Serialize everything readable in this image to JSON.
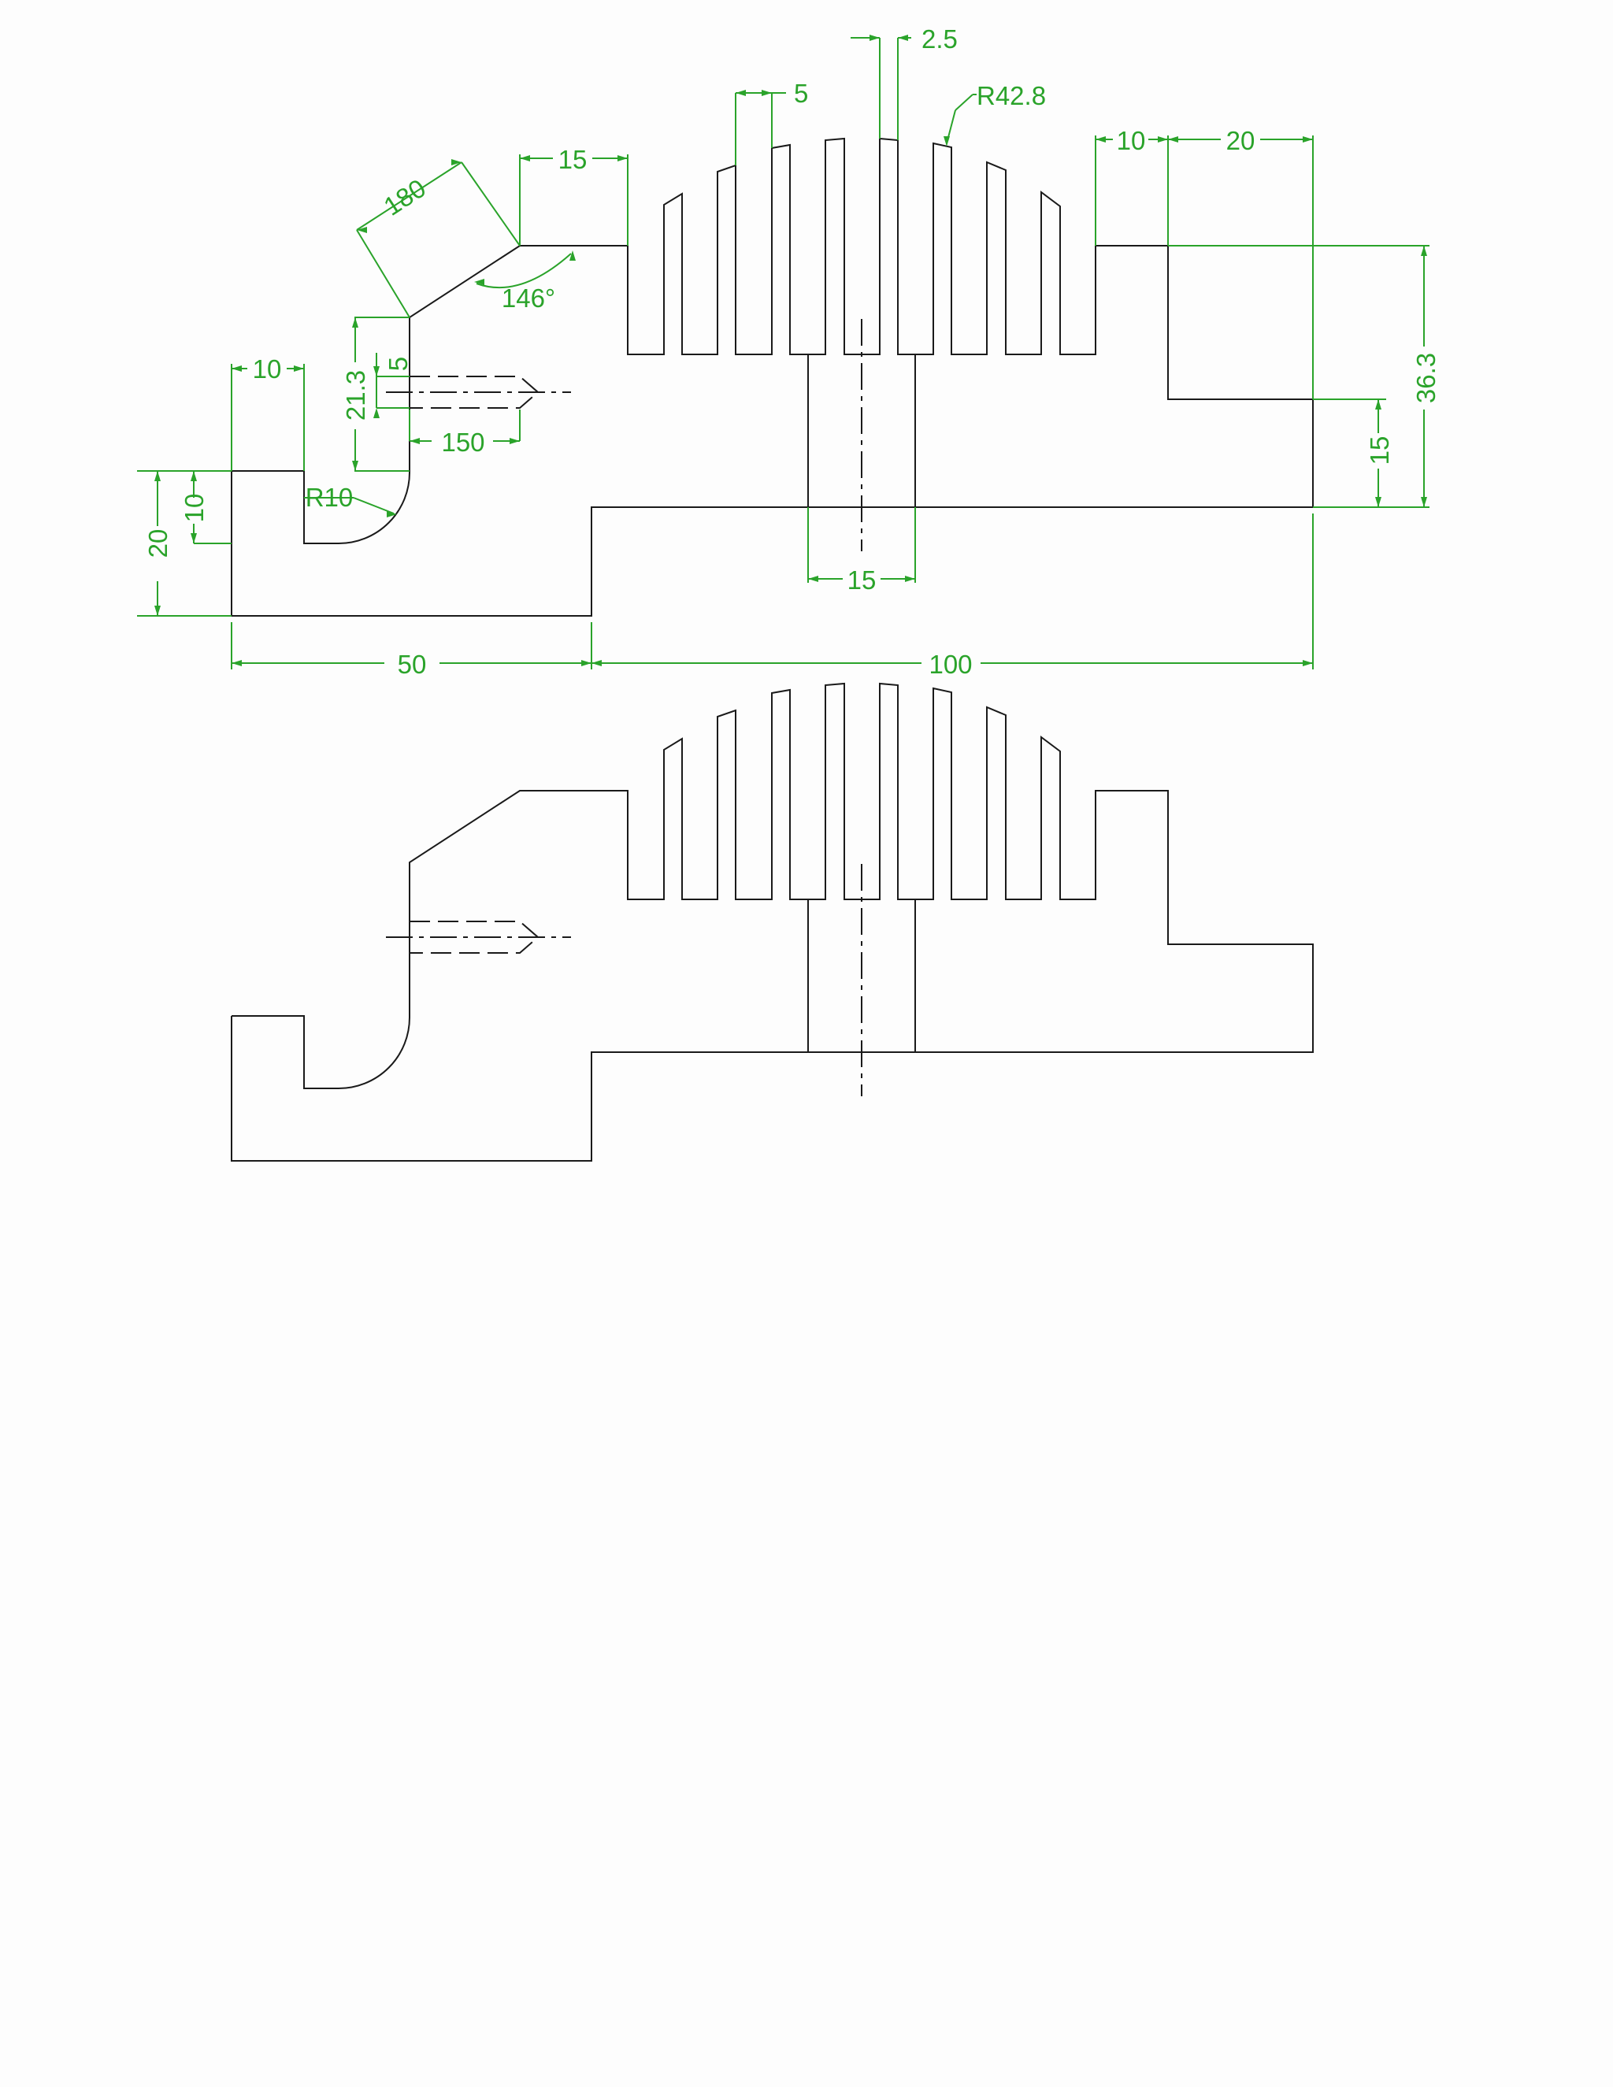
{
  "drawing": {
    "colors": {
      "outline": "#1a1a1a",
      "dimension": "#2aa32a",
      "background": "#fdfdfd"
    },
    "dimensions": {
      "d_2_5": "2.5",
      "d_5_top": "5",
      "d_r42_8": "R42.8",
      "d_10_top": "10",
      "d_20_top": "20",
      "d_15_top": "15",
      "d_180": "180",
      "d_146": "146°",
      "d_10_left": "10",
      "d_5_hole": "5",
      "d_21_3": "21.3",
      "d_150": "150",
      "d_r10": "R10",
      "d_10_vert": "10",
      "d_20_vert": "20",
      "d_36_3": "36.3",
      "d_15_right": "15",
      "d_15_bore": "15",
      "d_50": "50",
      "d_100": "100"
    }
  }
}
